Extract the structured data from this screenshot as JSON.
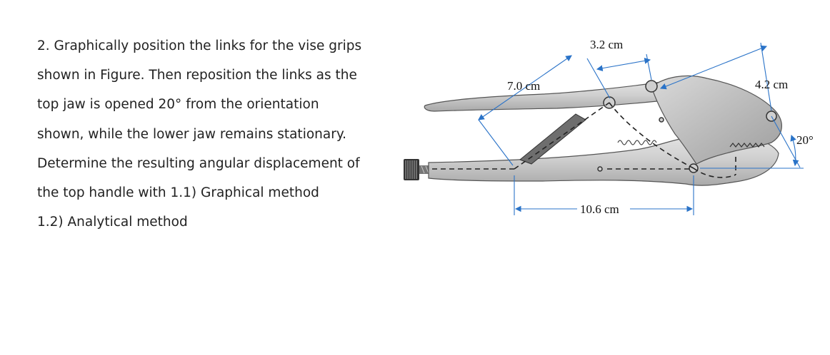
{
  "problem": {
    "lines": [
      "2. Graphically position the links for the vise grips",
      "shown in Figure. Then reposition the links as the",
      "top jaw is opened 20° from the orientation",
      "shown, while the lower jaw remains stationary.",
      "Determine the resulting angular displacement of",
      "the top handle with    1.1) Graphical method",
      "1.2) Analytical method"
    ]
  },
  "figure": {
    "dims": {
      "d_top": "3.2 cm",
      "d_left": "7.0 cm",
      "d_right": "4.2 cm",
      "d_angle": "20°",
      "d_bottom": "10.6 cm"
    }
  }
}
